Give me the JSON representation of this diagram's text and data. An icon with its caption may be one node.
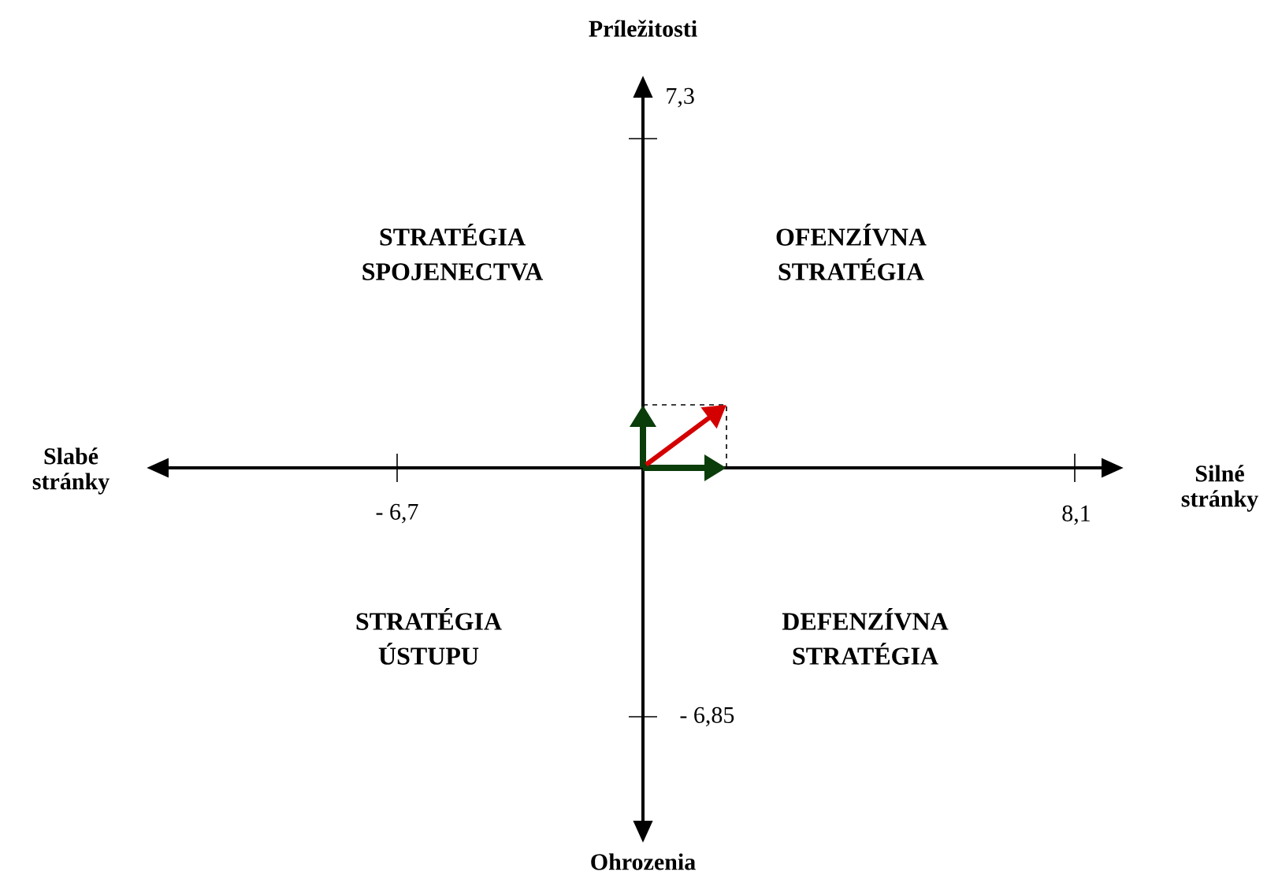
{
  "diagram": {
    "labels": [
      "Príležitosti",
      "7,3",
      "STRATÉGIA SPOJENECTVA",
      "OFENZÍVNA STRATÉGIA",
      "Slabé stránky",
      "Silné stránky",
      "- 6,7",
      "8,1",
      "STRATÉGIA ÚSTUPU",
      "DEFENZÍVNA STRATÉGIA",
      "- 6,85",
      "Ohrozenia"
    ]
  }
}
